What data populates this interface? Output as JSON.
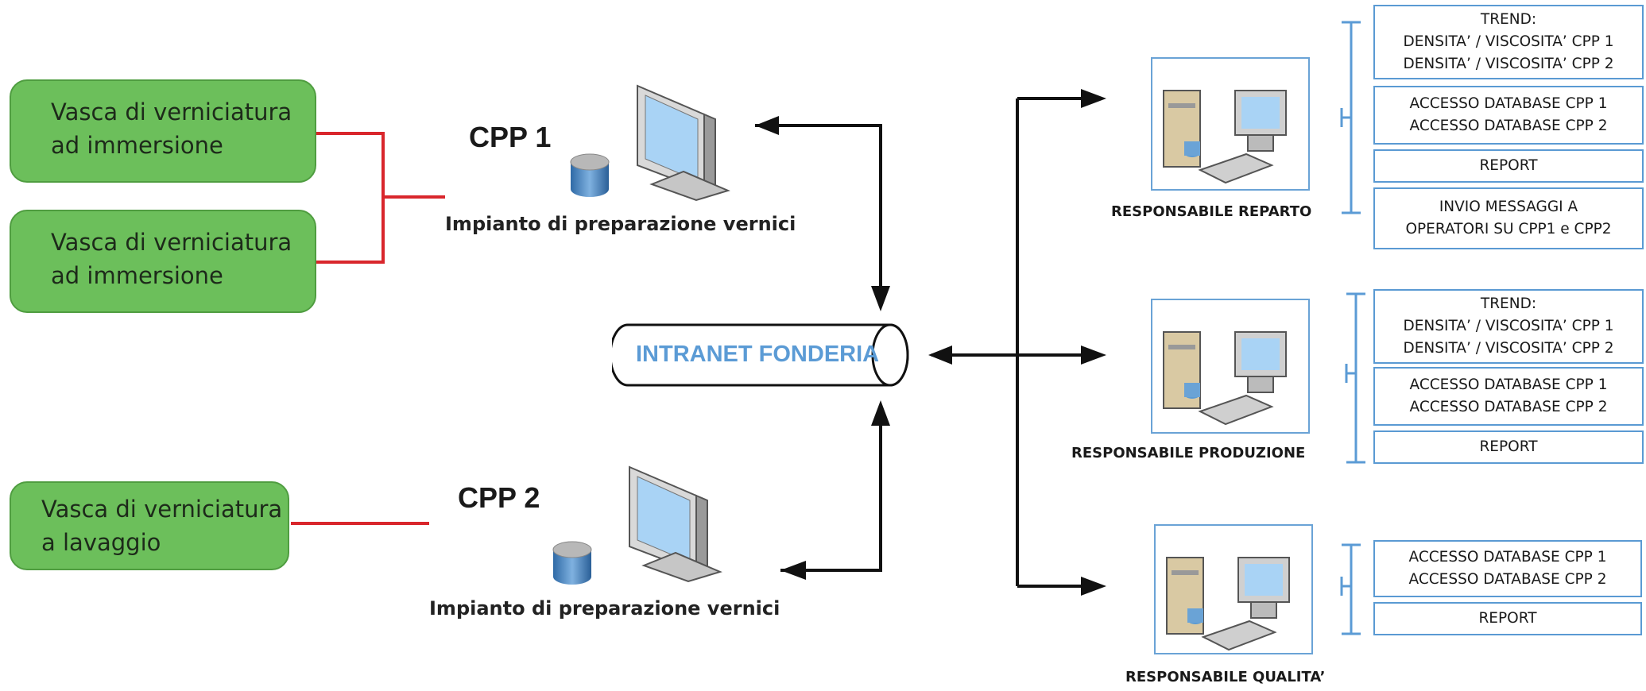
{
  "tanks": [
    {
      "lines": [
        "Vasca di verniciatura",
        "ad immersione"
      ]
    },
    {
      "lines": [
        "Vasca di verniciatura",
        "ad immersione"
      ]
    },
    {
      "lines": [
        "Vasca di verniciatura",
        "a lavaggio"
      ]
    }
  ],
  "cpp1": {
    "title": "CPP 1",
    "caption": "Impianto di preparazione vernici"
  },
  "cpp2": {
    "title": "CPP 2",
    "caption": "Impianto di preparazione vernici"
  },
  "intranet": {
    "label": "INTRANET FONDERIA"
  },
  "stations": [
    {
      "label": "RESPONSABILE REPARTO",
      "functions": [
        {
          "lines": [
            "TREND:",
            "DENSITA’ / VISCOSITA’ CPP 1",
            "DENSITA’ / VISCOSITA’ CPP 2"
          ]
        },
        {
          "lines": [
            "ACCESSO DATABASE  CPP 1",
            "ACCESSO DATABASE CPP 2"
          ]
        },
        {
          "lines": [
            "REPORT"
          ]
        },
        {
          "lines": [
            "INVIO MESSAGGI A",
            "OPERATORI SU CPP1 e CPP2"
          ]
        }
      ]
    },
    {
      "label": "RESPONSABILE PRODUZIONE",
      "functions": [
        {
          "lines": [
            "TREND:",
            "DENSITA’ / VISCOSITA’ CPP 1",
            "DENSITA’ / VISCOSITA’ CPP 2"
          ]
        },
        {
          "lines": [
            "ACCESSO DATABASE  CPP 1",
            "ACCESSO DATABASE CPP 2"
          ]
        },
        {
          "lines": [
            "REPORT"
          ]
        }
      ]
    },
    {
      "label": "RESPONSABILE QUALITA’",
      "functions": [
        {
          "lines": [
            "ACCESSO DATABASE  CPP 1",
            "ACCESSO DATABASE CPP 2"
          ]
        },
        {
          "lines": [
            "REPORT"
          ]
        }
      ]
    }
  ],
  "colors": {
    "tank_fill": "#6cbf5b",
    "tank_border": "#4f9d40",
    "tank_link": "#d9262c",
    "arrow": "#111111",
    "accent_blue": "#5b9bd5",
    "box_border": "#5a9ad3"
  },
  "icons": [
    "monitor-icon",
    "database-icon",
    "workstation-icon",
    "pipe-icon"
  ]
}
